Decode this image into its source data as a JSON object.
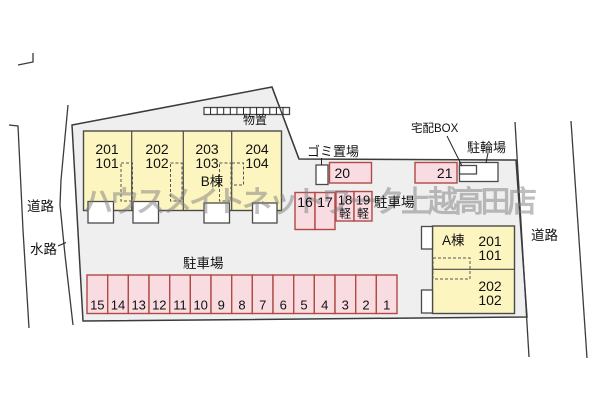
{
  "watermark": "ハウスメイトネットワーク上越高田店",
  "colors": {
    "property_fill": "#f0eff0",
    "building_fill": "#fcf5bf",
    "parking_fill": "#f9dbe2",
    "parking_border": "#b04a45",
    "boundary_line": "#3b3b3b",
    "watermark_gray": "#7f7f7f"
  },
  "labels": {
    "storage": "物置",
    "garbage": "ゴミ置場",
    "delivery_box": "宅配BOX",
    "bicycle_parking": "駐輪場",
    "parking_mid": "駐車場",
    "parking_bottom": "駐車場",
    "road_left": "道路",
    "waterway": "水路",
    "road_right": "道路"
  },
  "building_b": {
    "name": "B棟",
    "units": [
      {
        "upper": "201",
        "lower": "101"
      },
      {
        "upper": "202",
        "lower": "102"
      },
      {
        "upper": "203",
        "lower": "103"
      },
      {
        "upper": "204",
        "lower": "104"
      }
    ]
  },
  "building_a": {
    "name": "A棟",
    "units": [
      {
        "upper": "201",
        "lower": "101"
      },
      {
        "upper": "202",
        "lower": "102"
      }
    ]
  },
  "parking_spaces": {
    "s20": "20",
    "s21": "21",
    "s16": "16",
    "s17": "17",
    "s18": "18",
    "s19": "19",
    "kei": "軽"
  },
  "parking_row": {
    "spaces": [
      "15",
      "14",
      "13",
      "12",
      "11",
      "10",
      "9",
      "8",
      "7",
      "6",
      "5",
      "4",
      "3",
      "2",
      "1"
    ]
  }
}
